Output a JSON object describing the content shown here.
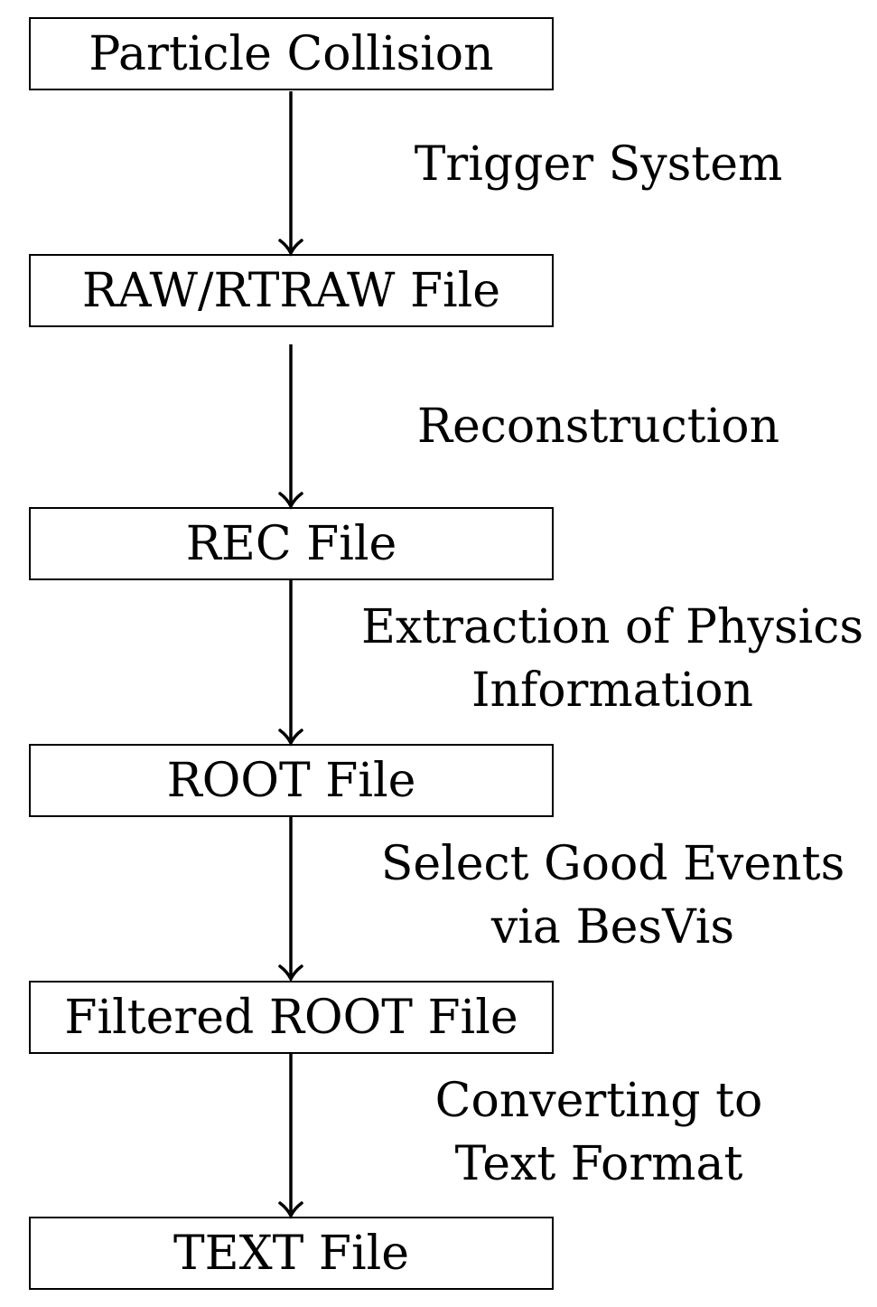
{
  "nodes": [
    {
      "label": "Particle Collision"
    },
    {
      "label": "RAW/RTRAW File"
    },
    {
      "label": "REC File"
    },
    {
      "label": "ROOT File"
    },
    {
      "label": "Filtered ROOT File"
    },
    {
      "label": "TEXT File"
    }
  ],
  "edges": [
    {
      "lines": [
        "Trigger System"
      ]
    },
    {
      "lines": [
        "Reconstruction"
      ]
    },
    {
      "lines": [
        "Extraction of Physics",
        "Information"
      ]
    },
    {
      "lines": [
        "Select Good Events",
        "via BesVis"
      ]
    },
    {
      "lines": [
        "Converting to",
        "Text Format"
      ]
    }
  ],
  "colors": {
    "stroke": "#000000",
    "background": "#ffffff"
  }
}
